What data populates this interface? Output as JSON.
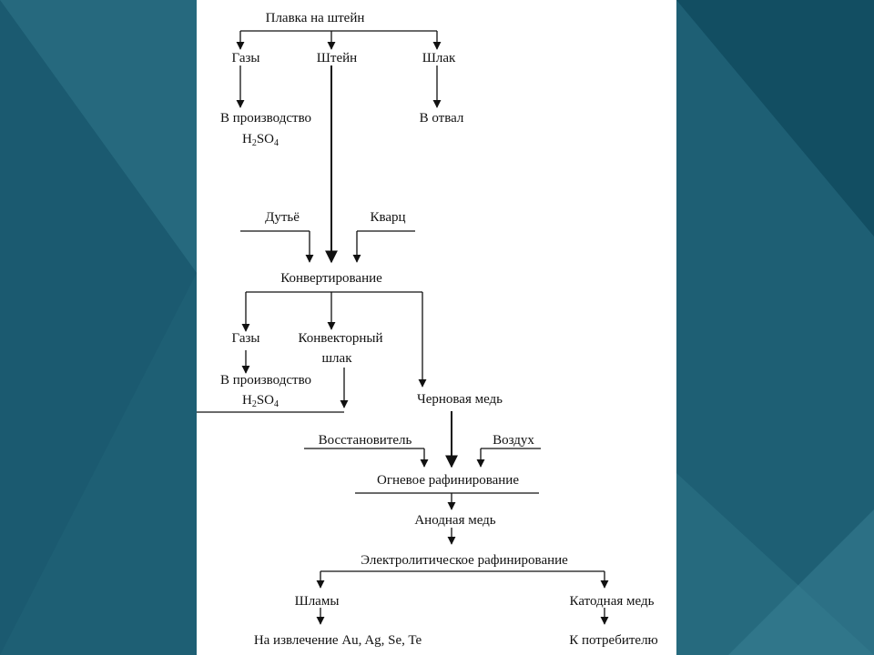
{
  "colors": {
    "background": "#1e5f74",
    "background_dark": "#0f4a5e",
    "sheet": "#ffffff",
    "ink": "#111111"
  },
  "nodes": {
    "smelting": "Плавка на штейн",
    "gases_1": "Газы",
    "matte": "Штейн",
    "slag": "Шлак",
    "to_production_1": "В производство",
    "h2so4_1": "H2SO4",
    "to_dump": "В отвал",
    "blast": "Дутьё",
    "quartz": "Кварц",
    "converting": "Конвертирование",
    "gases_2": "Газы",
    "converter_slag_line1": "Конвекторный",
    "converter_slag_line2": "шлак",
    "to_production_2": "В производство",
    "h2so4_2": "H2SO4",
    "blister_copper": "Черновая медь",
    "reducer": "Восстановитель",
    "air": "Воздух",
    "fire_refining": "Огневое рафинирование",
    "anode_copper": "Анодная медь",
    "electrolytic_refining": "Электролитическое рафинирование",
    "slimes": "Шламы",
    "cathode_copper": "Катодная медь",
    "extraction": "На извлечение Au, Ag, Se, Te",
    "to_consumer": "К потребителю"
  }
}
